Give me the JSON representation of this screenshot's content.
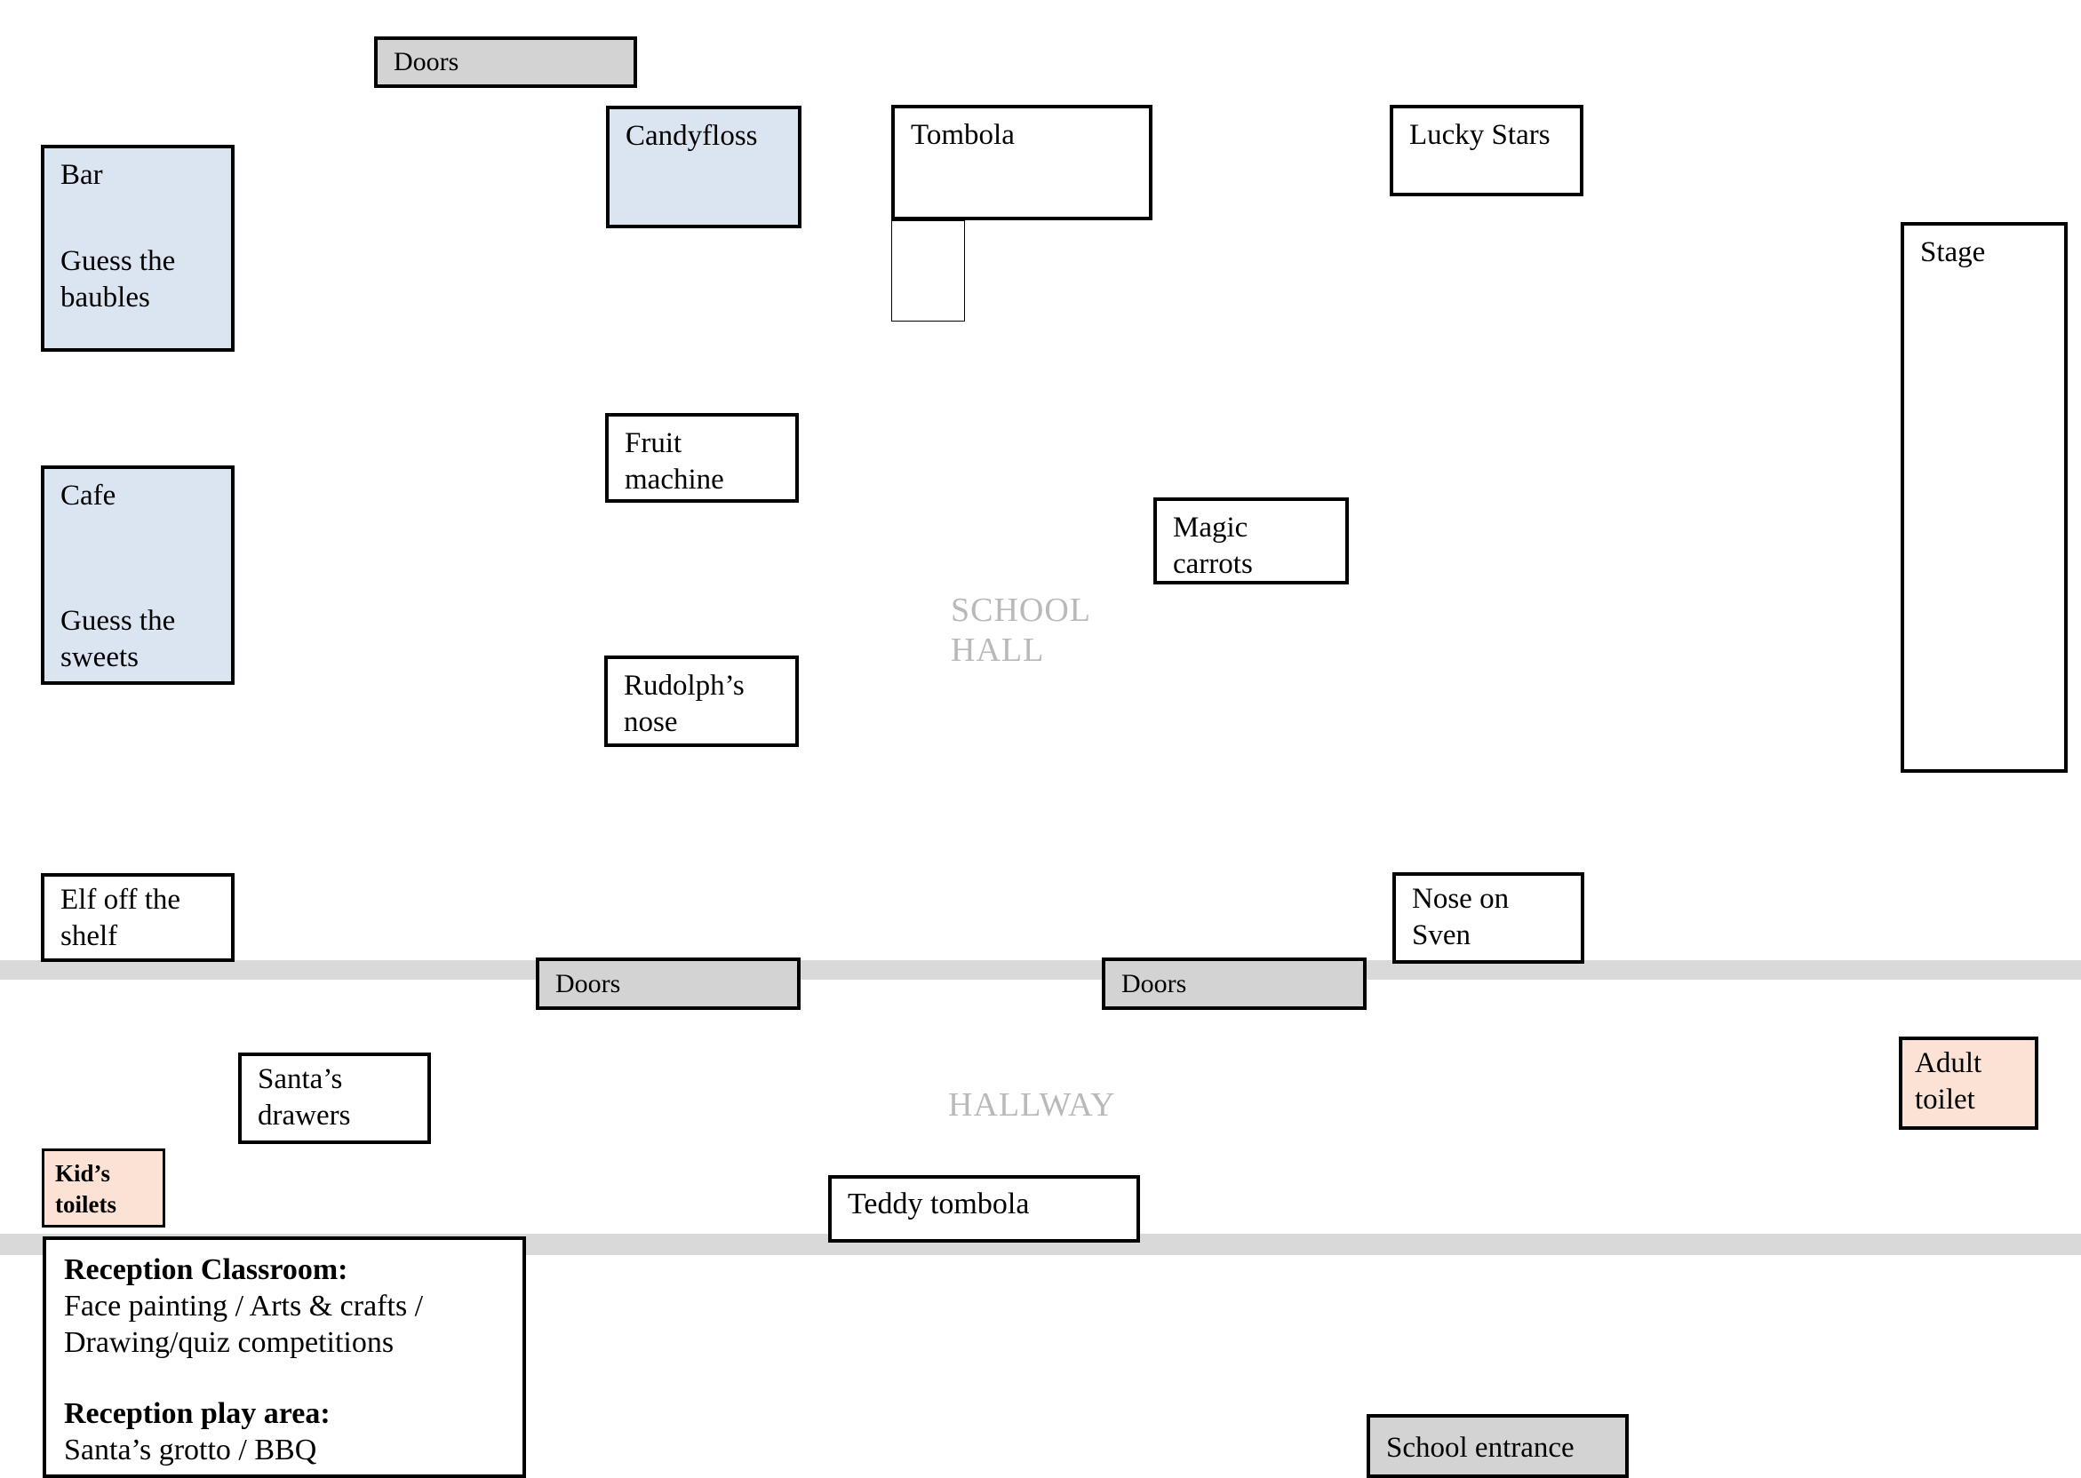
{
  "diagram": {
    "description": "School fair floor plan",
    "zones": {
      "school_hall_line1": "SCHOOL",
      "school_hall_line2": "HALL",
      "hallway": "HALLWAY"
    },
    "boxes": {
      "doors_top": {
        "label": "Doors"
      },
      "bar": {
        "line1": "Bar",
        "line2": "Guess the baubles"
      },
      "candyfloss": {
        "label": "Candyfloss"
      },
      "tombola": {
        "label": "Tombola"
      },
      "lucky_stars": {
        "label": "Lucky Stars"
      },
      "stage": {
        "label": "Stage"
      },
      "fruit_machine": {
        "label": "Fruit machine"
      },
      "magic_carrots": {
        "label": "Magic carrots"
      },
      "rudolphs_nose": {
        "label": "Rudolph’s nose"
      },
      "cafe": {
        "line1": "Cafe",
        "line2": "Guess the sweets"
      },
      "elf_off_the_shelf": {
        "label": "Elf off the shelf"
      },
      "doors_hall_left": {
        "label": "Doors"
      },
      "doors_hall_right": {
        "label": "Doors"
      },
      "nose_on_sven": {
        "label": "Nose on Sven"
      },
      "santas_drawers": {
        "label": "Santa’s drawers"
      },
      "adult_toilet": {
        "label": "Adult toilet"
      },
      "kids_toilets": {
        "label": "Kid’s toilets"
      },
      "teddy_tombola": {
        "label": "Teddy tombola"
      },
      "school_entrance": {
        "label": "School entrance"
      },
      "reception": {
        "heading1": "Reception Classroom:",
        "body1a": "Face painting / Arts & crafts /",
        "body1b": "Drawing/quiz competitions",
        "heading2": "Reception play area:",
        "body2": "Santa’s grotto / BBQ"
      }
    },
    "colors": {
      "light_blue": "#dbe4f1",
      "peach": "#fbe2d4",
      "gray_box": "#d3d3d3",
      "gray_band": "#d9d9d9",
      "zone_text": "#b9b9b9"
    }
  }
}
